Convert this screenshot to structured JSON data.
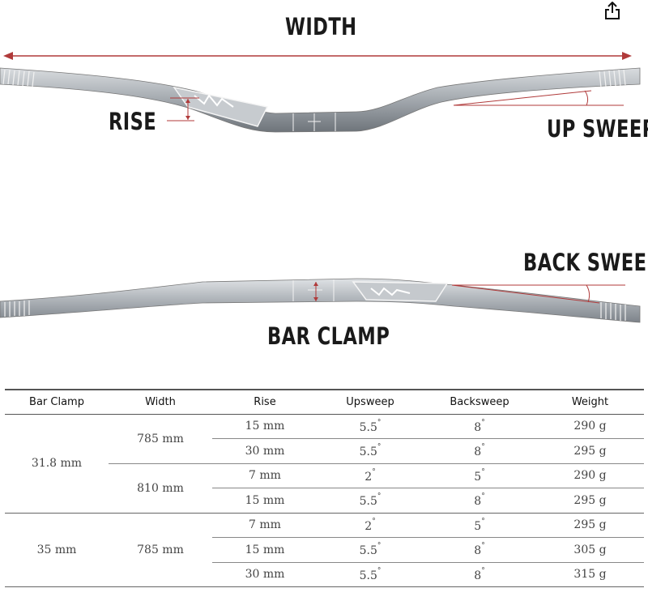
{
  "labels": {
    "width": "WIDTH",
    "rise": "RISE",
    "up_sweep": "UP SWEEP",
    "back_sweep": "BACK SWEEP",
    "bar_clamp": "BAR CLAMP"
  },
  "icons": {
    "share": "share-icon"
  },
  "colors": {
    "bar": "#9aa0a6",
    "accent_line": "#c0392b"
  },
  "table": {
    "headers": [
      "Bar Clamp",
      "Width",
      "Rise",
      "Upsweep",
      "Backsweep",
      "Weight"
    ],
    "groups": [
      {
        "clamp": "31.8 mm",
        "widths": [
          {
            "width": "785 mm",
            "rows": [
              {
                "rise": "15 mm",
                "upsweep": "5.5",
                "backsweep": "8",
                "weight": "290 g"
              },
              {
                "rise": "30 mm",
                "upsweep": "5.5",
                "backsweep": "8",
                "weight": "295 g"
              }
            ]
          },
          {
            "width": "810 mm",
            "rows": [
              {
                "rise": "7 mm",
                "upsweep": "2",
                "backsweep": "5",
                "weight": "290 g"
              },
              {
                "rise": "15 mm",
                "upsweep": "5.5",
                "backsweep": "8",
                "weight": "295 g"
              }
            ]
          }
        ]
      },
      {
        "clamp": "35 mm",
        "widths": [
          {
            "width": "785 mm",
            "rows": [
              {
                "rise": "7 mm",
                "upsweep": "2",
                "backsweep": "5",
                "weight": "295 g"
              },
              {
                "rise": "15 mm",
                "upsweep": "5.5",
                "backsweep": "8",
                "weight": "305 g"
              },
              {
                "rise": "30 mm",
                "upsweep": "5.5",
                "backsweep": "8",
                "weight": "315 g"
              }
            ]
          }
        ]
      }
    ],
    "degree_symbol": "°"
  }
}
